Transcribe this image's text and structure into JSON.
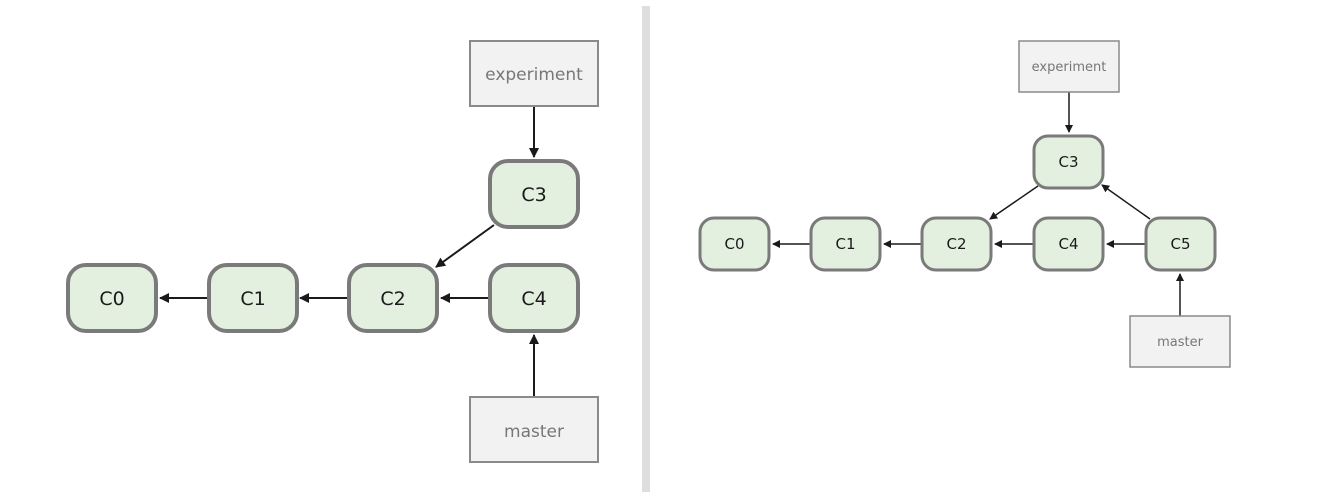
{
  "colors": {
    "commit_fill": "#e3efdf",
    "commit_stroke": "#7a7a7a",
    "branch_fill": "#f2f2f2",
    "branch_stroke": "#8a8a8a",
    "branch_text": "#777777",
    "commit_text": "#1a1a1a",
    "arrow": "#1a1a1a",
    "divider": "#dedede"
  },
  "left_diagram": {
    "commits": {
      "c0": "C0",
      "c1": "C1",
      "c2": "C2",
      "c3": "C3",
      "c4": "C4"
    },
    "branches": {
      "experiment": "experiment",
      "master": "master"
    }
  },
  "right_diagram": {
    "commits": {
      "c0": "C0",
      "c1": "C1",
      "c2": "C2",
      "c3": "C3",
      "c4": "C4",
      "c5": "C5"
    },
    "branches": {
      "experiment": "experiment",
      "master": "master"
    }
  }
}
